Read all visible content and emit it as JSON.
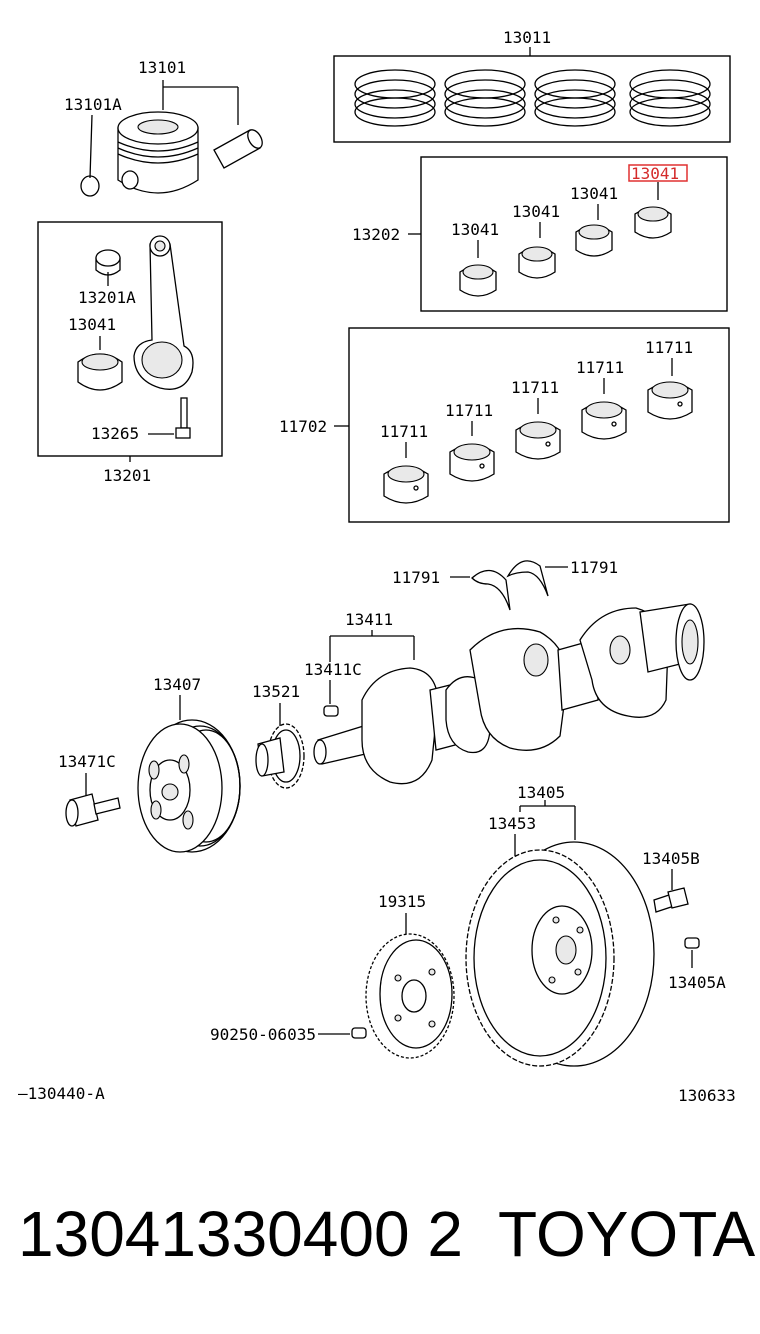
{
  "labels": {
    "p13011": "13011",
    "p13101": "13101",
    "p13101A": "13101A",
    "p13202": "13202",
    "p13041_a": "13041",
    "p13041_b": "13041",
    "p13041_c": "13041",
    "p13041_d": "13041",
    "p13201A": "13201A",
    "p13041_e": "13041",
    "p13265": "13265",
    "p13201": "13201",
    "p11702": "11702",
    "p11711_a": "11711",
    "p11711_b": "11711",
    "p11711_c": "11711",
    "p11711_d": "11711",
    "p11711_e": "11711",
    "p11791_l": "11791",
    "p11791_r": "11791",
    "p13411": "13411",
    "p13411C": "13411C",
    "p13407": "13407",
    "p13521": "13521",
    "p13471C": "13471C",
    "p13405": "13405",
    "p13453": "13453",
    "p13405B": "13405B",
    "p13405A": "13405A",
    "p19315": "19315",
    "p90250": "90250-06035",
    "fig_left": "—130440-A",
    "fig_right": "130633"
  },
  "highlight": {
    "part": "13041",
    "color": "#e03030"
  },
  "footer": {
    "part_number": "13041330400 2",
    "brand": "TOYOTA"
  }
}
